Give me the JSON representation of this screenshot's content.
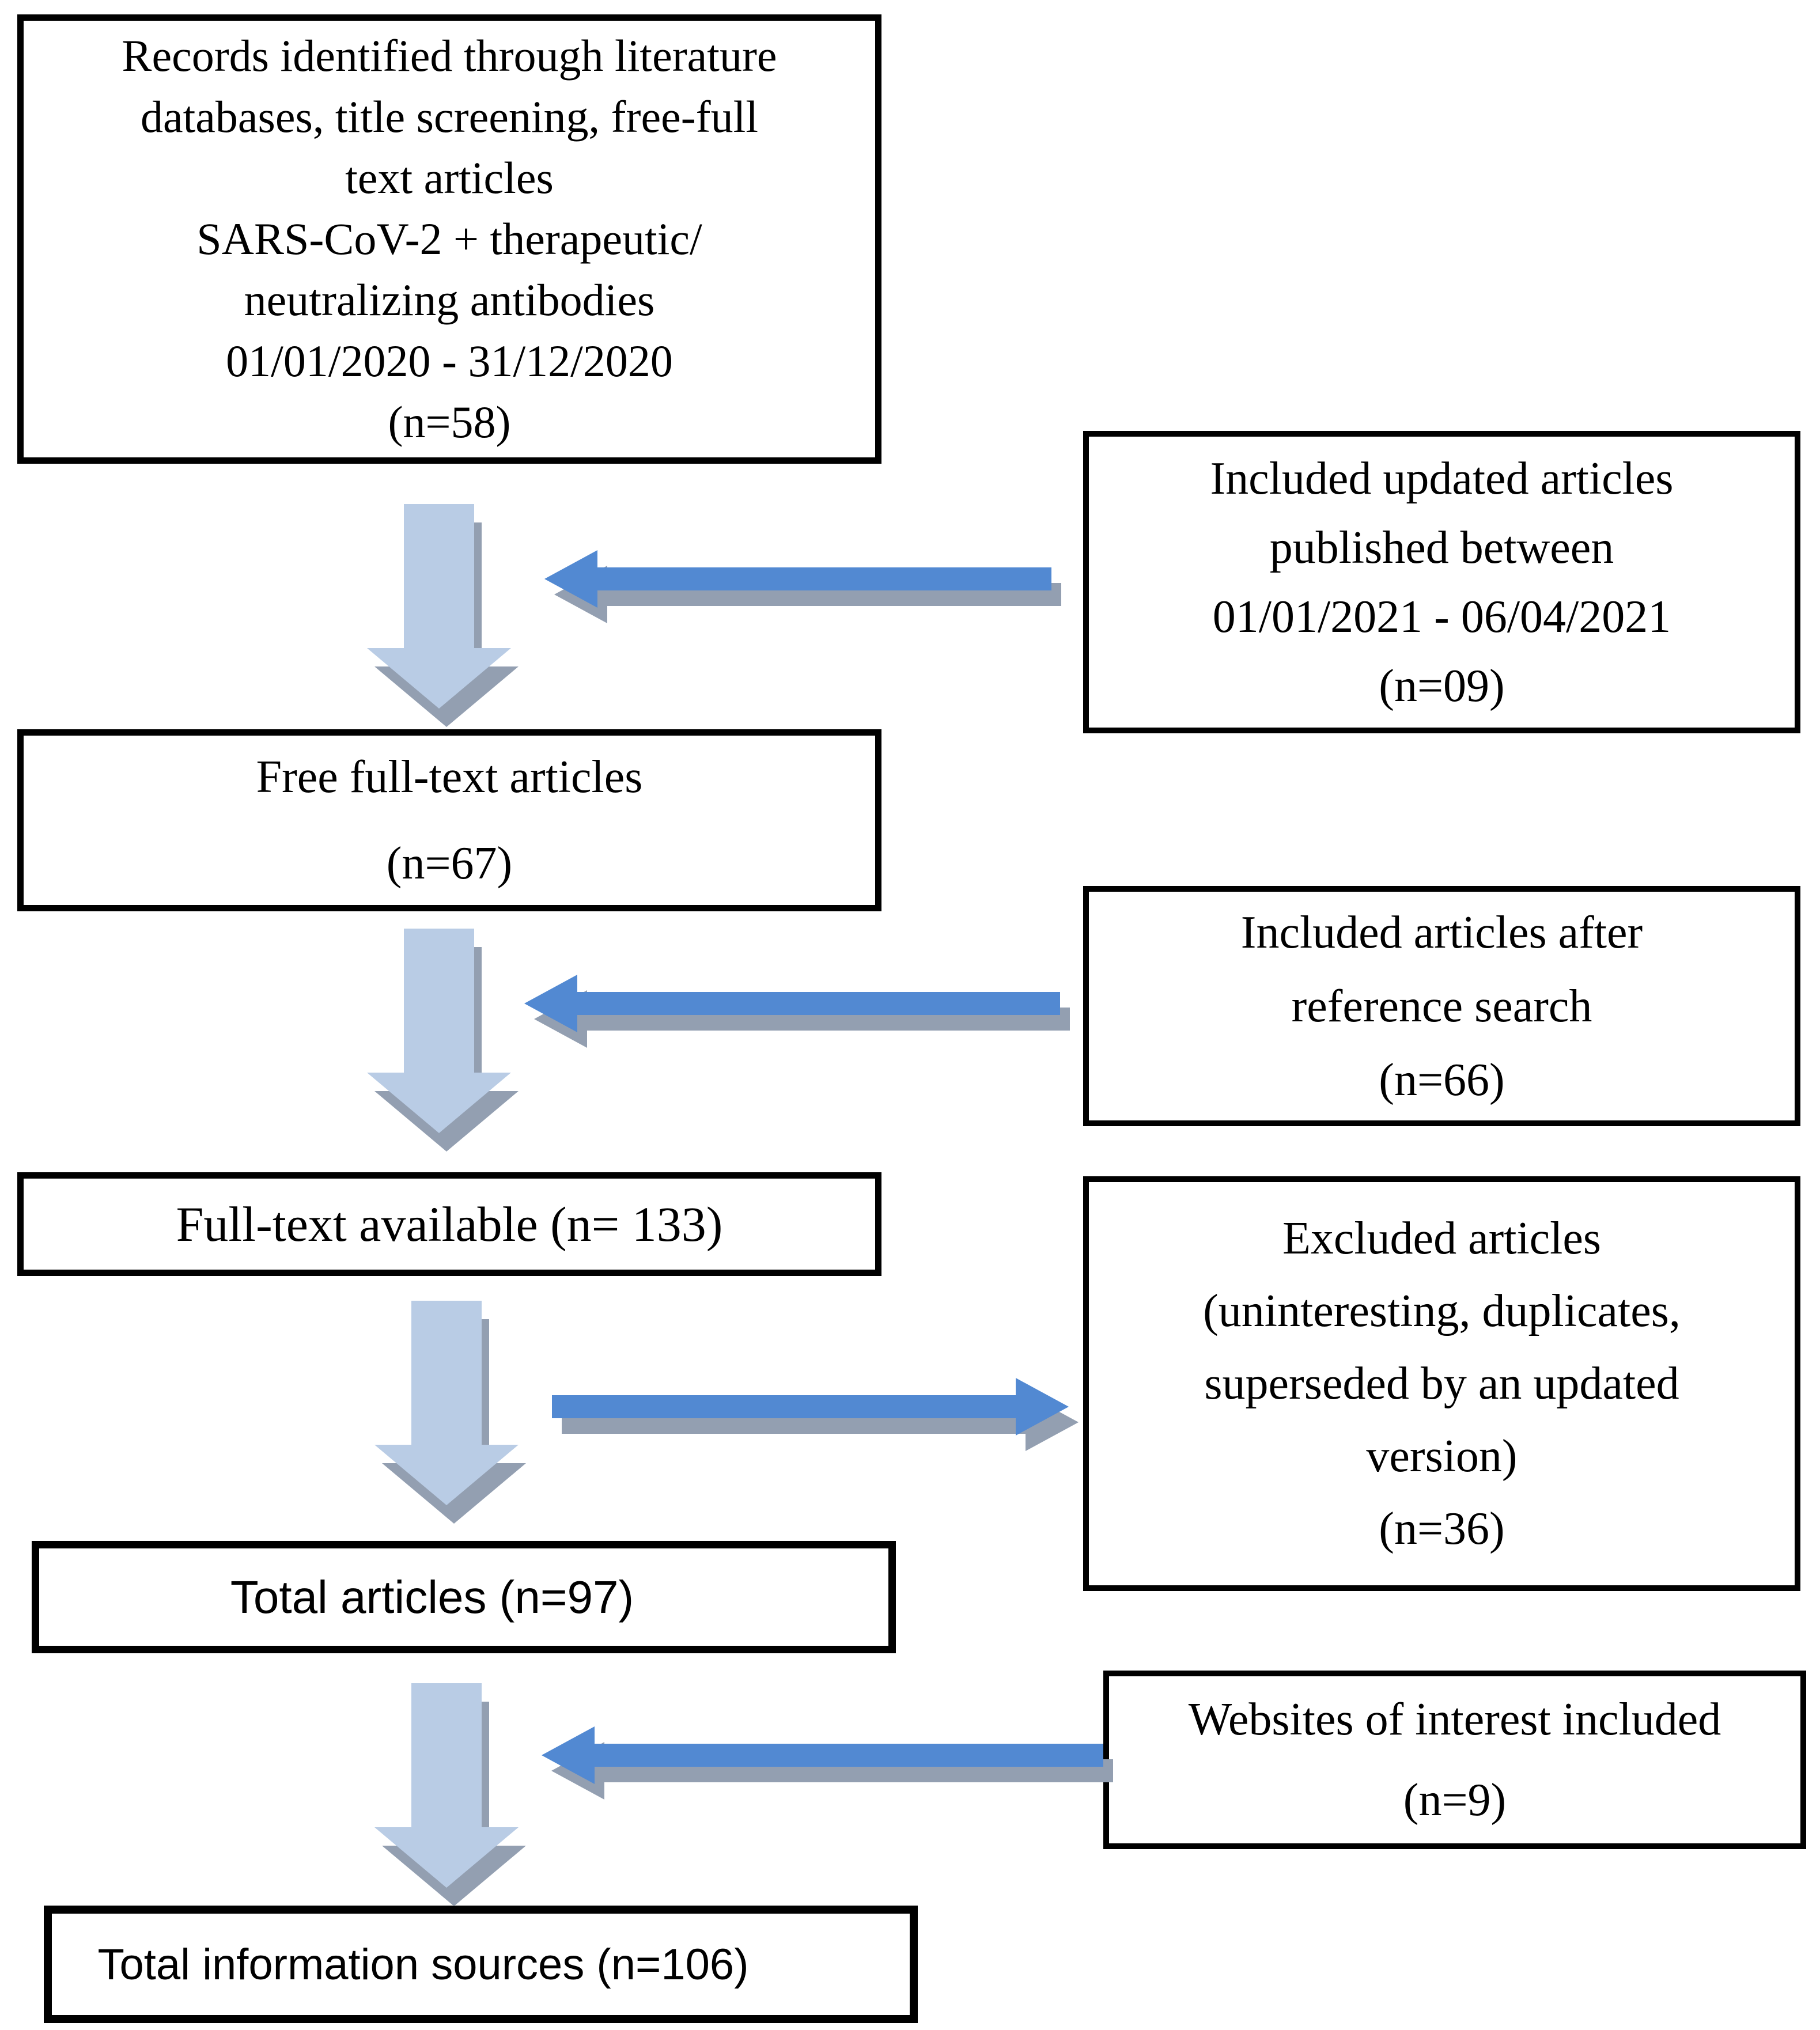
{
  "figure": {
    "type": "literature-screening-flow-diagram",
    "colors": {
      "background": "#ffffff",
      "box_border": "#000000",
      "box_text": "#000000",
      "down_arrow_fill": "#b9cce5",
      "horizontal_arrow_fill": "#5289d2",
      "arrow_shadow": "#939fb1"
    },
    "main_flow": [
      {
        "id": "records",
        "text": "Records identified through literature\ndatabases, title screening, free-full\ntext articles\nSARS-CoV-2 + therapeutic/\nneutralizing antibodies\n01/01/2020 - 31/12/2020\n(n=58)"
      },
      {
        "id": "free_full_text",
        "text": "Free full-text articles\n(n=67)"
      },
      {
        "id": "full_text_available",
        "text": "Full-text available (n= 133)"
      },
      {
        "id": "total_articles",
        "text": "Total articles (n=97)"
      },
      {
        "id": "total_information_sources",
        "text": "Total information sources (n=106)"
      }
    ],
    "side_branches": [
      {
        "id": "included_updated",
        "text": "Included updated articles\npublished between\n01/01/2021 - 06/04/2021\n(n=09)",
        "arrow_direction": "left-into-main-flow"
      },
      {
        "id": "included_reference",
        "text": "Included articles after\nreference search\n(n=66)",
        "arrow_direction": "left-into-main-flow"
      },
      {
        "id": "excluded",
        "text": "Excluded articles\n(uninteresting, duplicates,\nsuperseded by an updated\nversion)\n(n=36)",
        "arrow_direction": "right-out-of-main-flow"
      },
      {
        "id": "websites",
        "text": "Websites of interest included\n(n=9)",
        "arrow_direction": "left-into-main-flow"
      }
    ],
    "arrows": [
      {
        "name": "down-arrow-1",
        "direction": "down"
      },
      {
        "name": "down-arrow-2",
        "direction": "down"
      },
      {
        "name": "down-arrow-3",
        "direction": "down"
      },
      {
        "name": "down-arrow-4",
        "direction": "down"
      },
      {
        "name": "arrow-included-updated",
        "direction": "left"
      },
      {
        "name": "arrow-included-reference",
        "direction": "left"
      },
      {
        "name": "arrow-excluded",
        "direction": "right"
      },
      {
        "name": "arrow-websites",
        "direction": "left"
      }
    ]
  }
}
